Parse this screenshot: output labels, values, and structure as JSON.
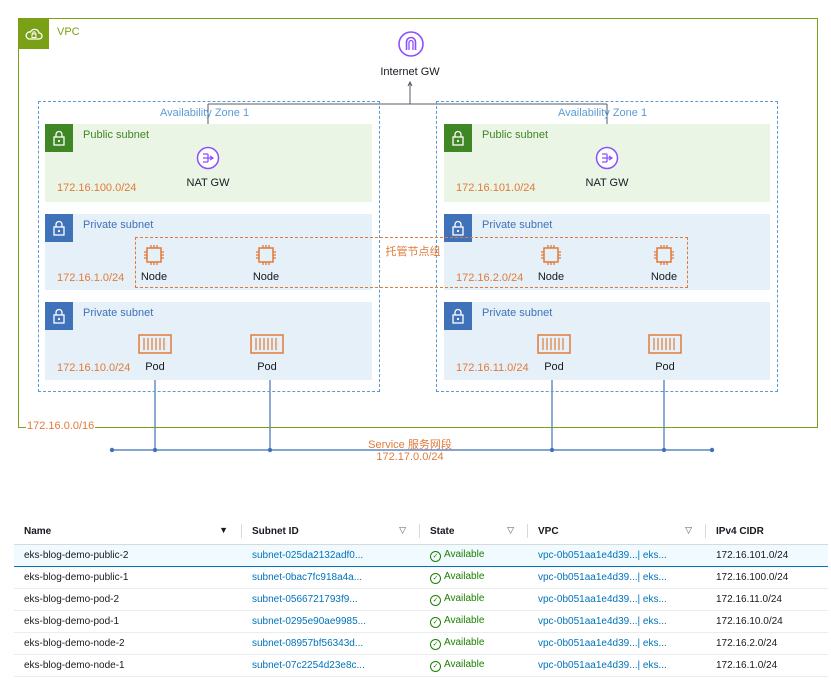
{
  "diagram": {
    "vpc": {
      "label": "VPC",
      "cidr": "172.16.0.0/16"
    },
    "internet_gw": {
      "label": "Internet GW",
      "icon": "internet-gateway-icon"
    },
    "zones": [
      {
        "label": "Availability Zone 1",
        "public_subnet": {
          "title": "Public subnet",
          "cidr": "172.16.100.0/24",
          "nat_label": "NAT GW"
        },
        "node_subnet": {
          "title": "Private subnet",
          "cidr": "172.16.1.0/24",
          "node_labels": [
            "Node",
            "Node"
          ]
        },
        "pod_subnet": {
          "title": "Private subnet",
          "cidr": "172.16.10.0/24",
          "pod_labels": [
            "Pod",
            "Pod"
          ]
        }
      },
      {
        "label": "Availability Zone 1",
        "public_subnet": {
          "title": "Public subnet",
          "cidr": "172.16.101.0/24",
          "nat_label": "NAT GW"
        },
        "node_subnet": {
          "title": "Private subnet",
          "cidr": "172.16.2.0/24",
          "node_labels": [
            "Node",
            "Node"
          ]
        },
        "pod_subnet": {
          "title": "Private subnet",
          "cidr": "172.16.11.0/24",
          "pod_labels": [
            "Pod",
            "Pod"
          ]
        }
      }
    ],
    "node_group_label": "托管节点组",
    "service": {
      "label": "Service 服务网段",
      "cidr": "172.17.0.0/24"
    },
    "colors": {
      "vpc": "#7aa116",
      "public": "#3f8624",
      "private": "#3f72b8",
      "az": "#5b9bd5",
      "accent": "#e07b39"
    }
  },
  "table": {
    "columns": [
      "Name",
      "Subnet ID",
      "State",
      "VPC",
      "IPv4 CIDR"
    ],
    "rows": [
      {
        "name": "eks-blog-demo-public-2",
        "subnet_id": "subnet-025da2132adf0...",
        "state": "Available",
        "vpc": "vpc-0b051aa1e4d39...| eks...",
        "cidr": "172.16.101.0/24"
      },
      {
        "name": "eks-blog-demo-public-1",
        "subnet_id": "subnet-0bac7fc918a4a...",
        "state": "Available",
        "vpc": "vpc-0b051aa1e4d39...| eks...",
        "cidr": "172.16.100.0/24"
      },
      {
        "name": "eks-blog-demo-pod-2",
        "subnet_id": "subnet-0566721793f9...",
        "state": "Available",
        "vpc": "vpc-0b051aa1e4d39...| eks...",
        "cidr": "172.16.11.0/24"
      },
      {
        "name": "eks-blog-demo-pod-1",
        "subnet_id": "subnet-0295e90ae9985...",
        "state": "Available",
        "vpc": "vpc-0b051aa1e4d39...| eks...",
        "cidr": "172.16.10.0/24"
      },
      {
        "name": "eks-blog-demo-node-2",
        "subnet_id": "subnet-08957bf56343d...",
        "state": "Available",
        "vpc": "vpc-0b051aa1e4d39...| eks...",
        "cidr": "172.16.2.0/24"
      },
      {
        "name": "eks-blog-demo-node-1",
        "subnet_id": "subnet-07c2254d23e8c...",
        "state": "Available",
        "vpc": "vpc-0b051aa1e4d39...| eks...",
        "cidr": "172.16.1.0/24"
      }
    ]
  }
}
